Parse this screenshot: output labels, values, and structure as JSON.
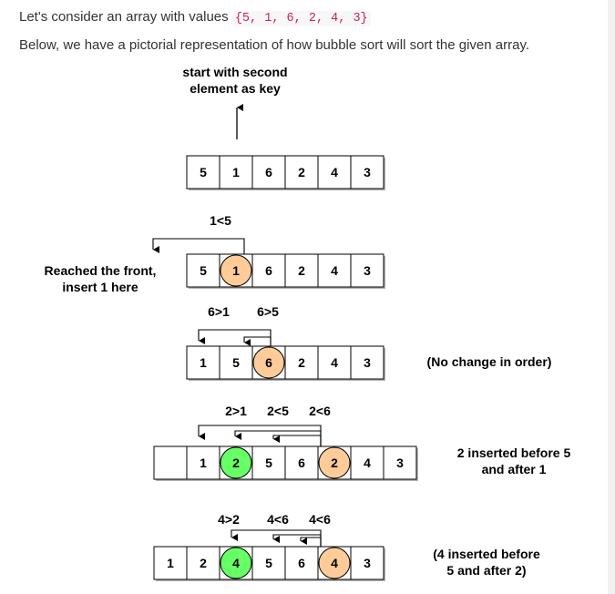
{
  "intro": {
    "lead": "Let's consider an array with values",
    "code": "{5, 1, 6, 2, 4, 3}",
    "line2": "Below, we have a pictorial representation of how bubble sort will sort the given array."
  },
  "diagram": {
    "key_label": [
      "start with second",
      "element as key"
    ],
    "colors": {
      "orange": "#ffcc99",
      "green": "#66ff66",
      "border": "#000000",
      "shadow": "#b3b3b3"
    },
    "rows": [
      {
        "cells": [
          "5",
          "1",
          "6",
          "2",
          "4",
          "3"
        ],
        "comparisons": [],
        "note": []
      },
      {
        "cells": [
          "5",
          "1",
          "6",
          "2",
          "4",
          "3"
        ],
        "comparisons": [
          "1<5"
        ],
        "side_label": [
          "Reached the front,",
          "insert 1 here"
        ],
        "highlights": [
          {
            "index": 1,
            "color": "orange"
          }
        ],
        "note": []
      },
      {
        "cells": [
          "1",
          "5",
          "6",
          "2",
          "4",
          "3"
        ],
        "comparisons": [
          "6>1",
          "6>5"
        ],
        "highlights": [
          {
            "index": 2,
            "color": "orange"
          }
        ],
        "note": [
          "(No change in order)"
        ]
      },
      {
        "cells": [
          "",
          "1",
          "2",
          "5",
          "6",
          "2",
          "4",
          "3"
        ],
        "comparisons": [
          "2>1",
          "2<5",
          "2<6"
        ],
        "highlights": [
          {
            "index": 2,
            "color": "green"
          },
          {
            "index": 5,
            "color": "orange"
          }
        ],
        "note": [
          "2 inserted before 5",
          "and after 1"
        ]
      },
      {
        "cells": [
          "1",
          "2",
          "4",
          "5",
          "6",
          "4",
          "3"
        ],
        "comparisons": [
          "4>2",
          "4<6",
          "4<6"
        ],
        "highlights": [
          {
            "index": 2,
            "color": "green"
          },
          {
            "index": 5,
            "color": "orange"
          }
        ],
        "note": [
          "(4 inserted before",
          "5 and after 2)"
        ]
      }
    ]
  }
}
